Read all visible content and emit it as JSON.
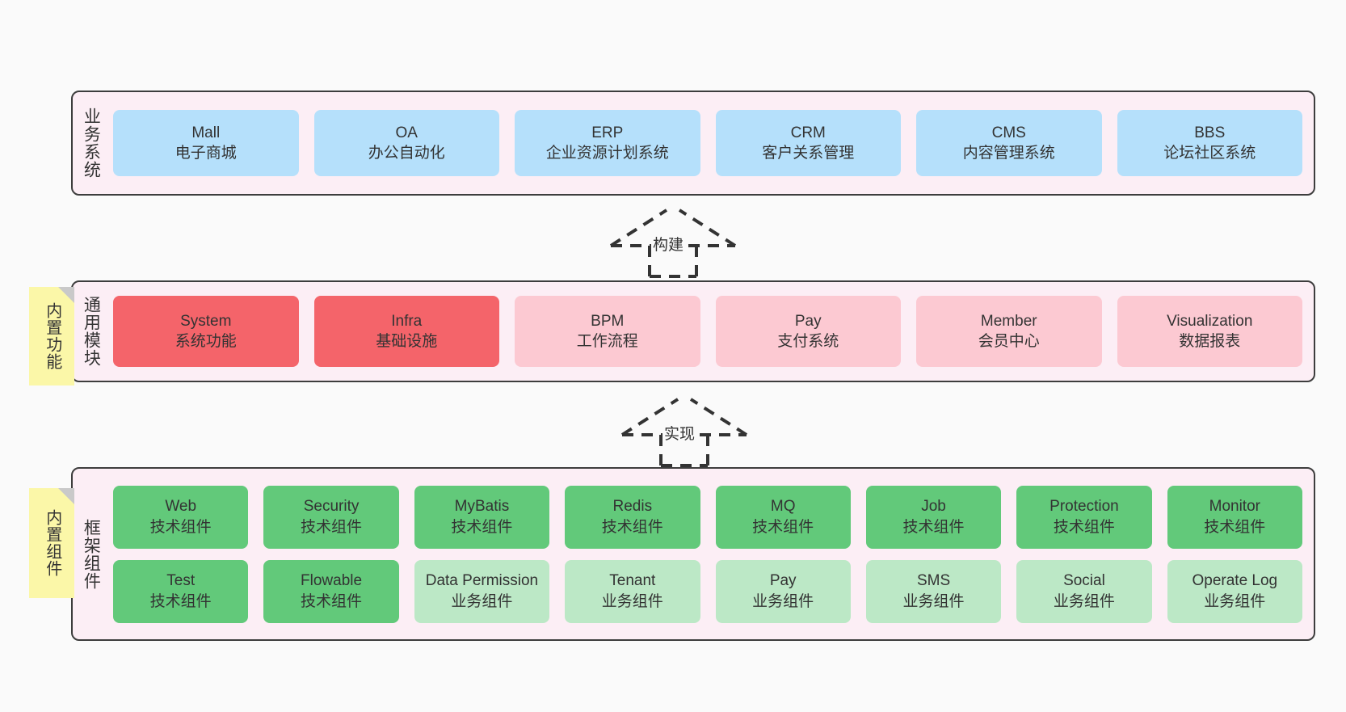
{
  "diagram": {
    "background": "#fafafa",
    "palette": {
      "panel": "#fceef5",
      "panel_border": "#3d3d3d",
      "blue": "#b5e0fb",
      "red": "#f4646a",
      "pink": "#fcc9d2",
      "green": "#62c97a",
      "light_green": "#bce8c6",
      "note": "#fbf7a8",
      "note_fold": "#c9c9c9"
    }
  },
  "layers": [
    {
      "id": "business-systems",
      "title": "业务系统",
      "rows": [
        {
          "style": "blue",
          "cards": [
            {
              "name": "Mall",
              "desc": "电子商城"
            },
            {
              "name": "OA",
              "desc": "办公自动化"
            },
            {
              "name": "ERP",
              "desc": "企业资源计划系统"
            },
            {
              "name": "CRM",
              "desc": "客户关系管理"
            },
            {
              "name": "CMS",
              "desc": "内容管理系统"
            },
            {
              "name": "BBS",
              "desc": "论坛社区系统"
            }
          ]
        }
      ]
    },
    {
      "id": "common-modules",
      "title": "通用模块",
      "note": "内置功能",
      "rows": [
        {
          "cards": [
            {
              "name": "System",
              "desc": "系统功能",
              "style": "red"
            },
            {
              "name": "Infra",
              "desc": "基础设施",
              "style": "red"
            },
            {
              "name": "BPM",
              "desc": "工作流程",
              "style": "pink"
            },
            {
              "name": "Pay",
              "desc": "支付系统",
              "style": "pink"
            },
            {
              "name": "Member",
              "desc": "会员中心",
              "style": "pink"
            },
            {
              "name": "Visualization",
              "desc": "数据报表",
              "style": "pink"
            }
          ]
        }
      ]
    },
    {
      "id": "framework-components",
      "title": "框架组件",
      "note": "内置组件",
      "rows": [
        {
          "cards": [
            {
              "name": "Web",
              "desc": "技术组件",
              "style": "green"
            },
            {
              "name": "Security",
              "desc": "技术组件",
              "style": "green"
            },
            {
              "name": "MyBatis",
              "desc": "技术组件",
              "style": "green"
            },
            {
              "name": "Redis",
              "desc": "技术组件",
              "style": "green"
            },
            {
              "name": "MQ",
              "desc": "技术组件",
              "style": "green"
            },
            {
              "name": "Job",
              "desc": "技术组件",
              "style": "green"
            },
            {
              "name": "Protection",
              "desc": "技术组件",
              "style": "green"
            },
            {
              "name": "Monitor",
              "desc": "技术组件",
              "style": "green"
            }
          ]
        },
        {
          "cards": [
            {
              "name": "Test",
              "desc": "技术组件",
              "style": "green"
            },
            {
              "name": "Flowable",
              "desc": "技术组件",
              "style": "green"
            },
            {
              "name": "Data Permission",
              "desc": "业务组件",
              "style": "light_green"
            },
            {
              "name": "Tenant",
              "desc": "业务组件",
              "style": "light_green"
            },
            {
              "name": "Pay",
              "desc": "业务组件",
              "style": "light_green"
            },
            {
              "name": "SMS",
              "desc": "业务组件",
              "style": "light_green"
            },
            {
              "name": "Social",
              "desc": "业务组件",
              "style": "light_green"
            },
            {
              "name": "Operate Log",
              "desc": "业务组件",
              "style": "light_green"
            }
          ]
        }
      ]
    }
  ],
  "connectors": [
    {
      "id": "build",
      "label": "构建",
      "from": "common-modules",
      "to": "business-systems"
    },
    {
      "id": "implement",
      "label": "实现",
      "from": "framework-components",
      "to": "common-modules"
    }
  ]
}
